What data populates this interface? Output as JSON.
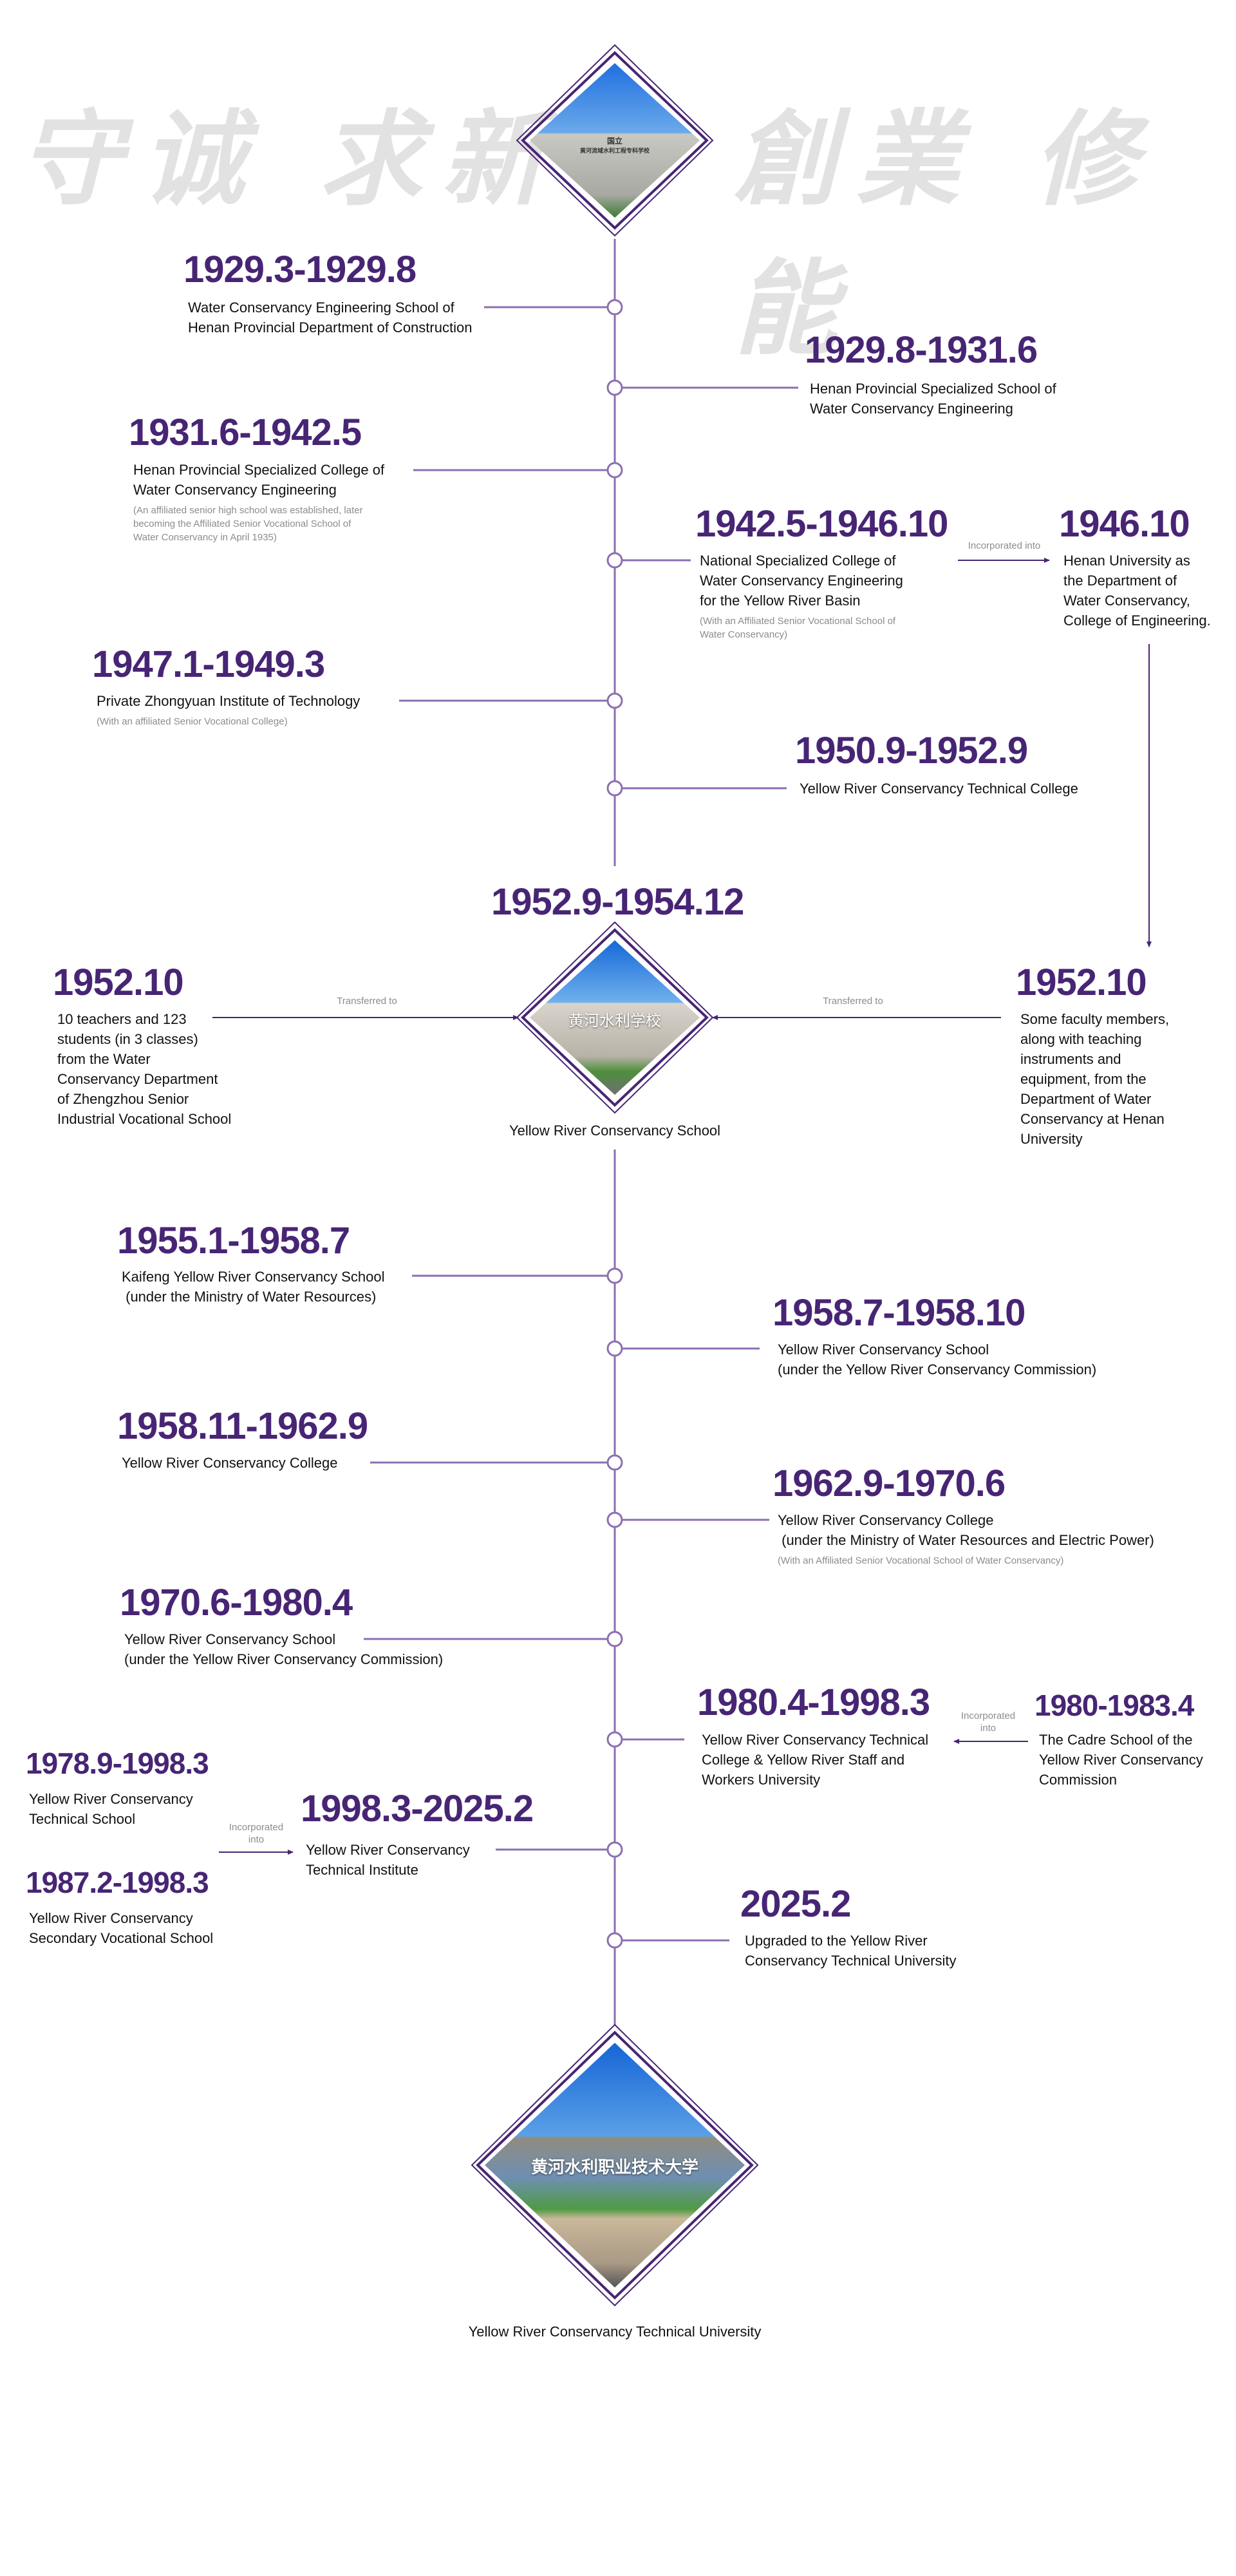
{
  "motto": {
    "left": "守诚 求新",
    "right": "創業 修能"
  },
  "colors": {
    "accent": "#472574",
    "line": "#8b6fb0",
    "note": "#8c8c8c"
  },
  "diamonds": {
    "top": {
      "image_text_line1": "国立",
      "image_text_line2": "黄河流域水利工程专科学校"
    },
    "middle": {
      "date": "1952.9-1954.12",
      "image_text": "黄河水利学校",
      "caption": "Yellow River Conservancy School"
    },
    "bottom": {
      "image_text": "黄河水利职业技术大学",
      "caption": "Yellow River Conservancy Technical University"
    }
  },
  "events": [
    {
      "id": "e1929a",
      "date": "1929.3-1929.8",
      "side": "left",
      "desc": [
        "Water Conservancy Engineering School of",
        "Henan Provincial Department of Construction"
      ]
    },
    {
      "id": "e1929b",
      "date": "1929.8-1931.6",
      "side": "right",
      "desc": [
        "Henan Provincial Specialized School of",
        "Water Conservancy Engineering"
      ]
    },
    {
      "id": "e1931",
      "date": "1931.6-1942.5",
      "side": "left",
      "desc": [
        "Henan Provincial Specialized College of",
        "Water Conservancy Engineering"
      ],
      "note": [
        "(An affiliated senior high school was established, later",
        "becoming the Affiliated Senior Vocational School of",
        "Water Conservancy in April 1935)"
      ]
    },
    {
      "id": "e1942",
      "date": "1942.5-1946.10",
      "side": "right",
      "desc": [
        "National Specialized College of",
        "Water Conservancy Engineering",
        "for the Yellow River Basin"
      ],
      "note": [
        "(With an Affiliated Senior Vocational School of",
        "Water Conservancy)"
      ]
    },
    {
      "id": "e1946",
      "date": "1946.10",
      "side": "far-right",
      "desc": [
        "Henan University as",
        "the Department of",
        "Water Conservancy,",
        "College of Engineering."
      ]
    },
    {
      "id": "e1947",
      "date": "1947.1-1949.3",
      "side": "left",
      "desc": [
        "Private Zhongyuan Institute of Technology"
      ],
      "note": [
        "(With an affiliated Senior Vocational College)"
      ]
    },
    {
      "id": "e1950",
      "date": "1950.9-1952.9",
      "side": "right",
      "desc": [
        "Yellow River Conservancy Technical College"
      ]
    },
    {
      "id": "e1952l",
      "date": "1952.10",
      "side": "far-left",
      "desc": [
        "10 teachers and 123",
        "students (in 3 classes)",
        "from the Water",
        "Conservancy Department",
        "of Zhengzhou Senior",
        "Industrial Vocational School"
      ]
    },
    {
      "id": "e1952r",
      "date": "1952.10",
      "side": "far-right",
      "desc": [
        "Some faculty members,",
        "along with teaching",
        "instruments and",
        "equipment, from the",
        "Department of Water",
        "Conservancy at Henan",
        "University"
      ]
    },
    {
      "id": "e1955",
      "date": "1955.1-1958.7",
      "side": "left",
      "desc": [
        "Kaifeng Yellow River Conservancy School",
        " (under the Ministry of Water Resources)"
      ]
    },
    {
      "id": "e1958a",
      "date": "1958.7-1958.10",
      "side": "right",
      "desc": [
        "Yellow River Conservancy School",
        "(under the Yellow River Conservancy Commission)"
      ]
    },
    {
      "id": "e1958b",
      "date": "1958.11-1962.9",
      "side": "left",
      "desc": [
        "Yellow River Conservancy College"
      ]
    },
    {
      "id": "e1962",
      "date": "1962.9-1970.6",
      "side": "right",
      "desc": [
        "Yellow River Conservancy College",
        " (under the Ministry of Water Resources and Electric Power)"
      ],
      "note": [
        "(With an Affiliated Senior Vocational School of Water Conservancy)"
      ]
    },
    {
      "id": "e1970",
      "date": "1970.6-1980.4",
      "side": "left",
      "desc": [
        "Yellow River Conservancy School",
        "(under the Yellow River Conservancy Commission)"
      ]
    },
    {
      "id": "e1980",
      "date": "1980.4-1998.3",
      "side": "right",
      "desc": [
        "Yellow River Conservancy Technical",
        "College & Yellow River Staff and",
        "Workers University"
      ]
    },
    {
      "id": "e1980b",
      "date": "1980-1983.4",
      "side": "far-right",
      "desc": [
        "The Cadre School of the",
        "Yellow River Conservancy",
        "Commission"
      ]
    },
    {
      "id": "e1978",
      "date": "1978.9-1998.3",
      "side": "far-left",
      "desc": [
        "Yellow River Conservancy",
        "Technical School"
      ]
    },
    {
      "id": "e1987",
      "date": "1987.2-1998.3",
      "side": "far-left",
      "desc": [
        "Yellow River Conservancy",
        "Secondary Vocational School"
      ]
    },
    {
      "id": "e1998",
      "date": "1998.3-2025.2",
      "side": "left",
      "desc": [
        "Yellow River Conservancy",
        "Technical Institute"
      ]
    },
    {
      "id": "e2025",
      "date": "2025.2",
      "side": "right",
      "desc": [
        "Upgraded to the Yellow River",
        "Conservancy Technical University"
      ]
    }
  ],
  "connectors": {
    "incorporated_1946": "Incorporated into",
    "transferred_left": "Transferred to",
    "transferred_right": "Transferred to",
    "incorporated_1980": [
      "Incorporated",
      "into"
    ],
    "incorporated_1998": [
      "Incorporated",
      "into"
    ]
  }
}
